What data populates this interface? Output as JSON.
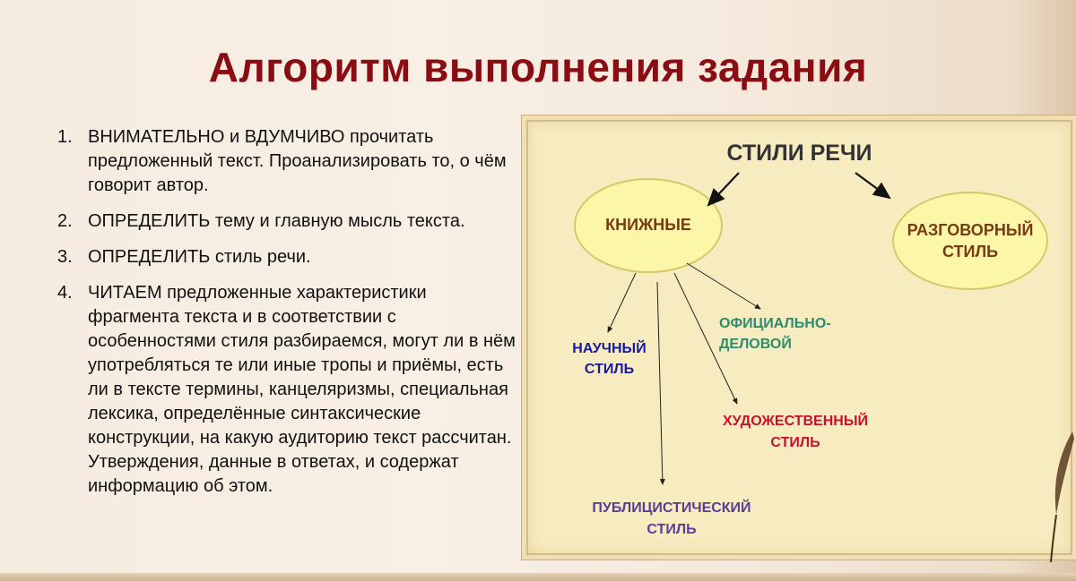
{
  "title": "Алгоритм выполнения задания",
  "steps": [
    {
      "num": "1.",
      "text": "ВНИМАТЕЛЬНО и ВДУМЧИВО прочитать предложенный текст. Проанализировать то, о чём говорит автор."
    },
    {
      "num": "2.",
      "text": "ОПРЕДЕЛИТЬ тему и главную мысль текста."
    },
    {
      "num": "3.",
      "text": "ОПРЕДЕЛИТЬ стиль речи."
    },
    {
      "num": "4.",
      "text": "ЧИТАЕМ предложенные характеристики фрагмента текста и в соответствии с особенностями стиля разбираемся, могут ли в нём употребляться те или иные тропы и приёмы, есть ли в тексте термины, канцеляризмы, специальная лексика, определённые синтаксические конструкции, на какую аудиторию текст рассчитан. Утверждения, данные в ответах, и содержат информацию об этом."
    }
  ],
  "diagram": {
    "root": "СТИЛИ РЕЧИ",
    "bookish": "КНИЖНЫЕ",
    "colloquial_line1": "РАЗГОВОРНЫЙ",
    "colloquial_line2": "СТИЛЬ",
    "scientific_line1": "НАУЧНЫЙ",
    "scientific_line2": "СТИЛЬ",
    "official_line1": "ОФИЦИАЛЬНО-",
    "official_line2": "ДЕЛОВОЙ",
    "artistic_line1": "ХУДОЖЕСТВЕННЫЙ",
    "artistic_line2": "СТИЛЬ",
    "publicistic_line1": "ПУБЛИЦИСТИЧЕСКИЙ",
    "publicistic_line2": "СТИЛЬ",
    "colors": {
      "ellipse_fill": "#fbf6a8",
      "ellipse_stroke": "#d8c76a",
      "scientific": "#1a1aa0",
      "official": "#2e8b70",
      "artistic": "#c8102e",
      "publicistic": "#5a3e96"
    }
  }
}
